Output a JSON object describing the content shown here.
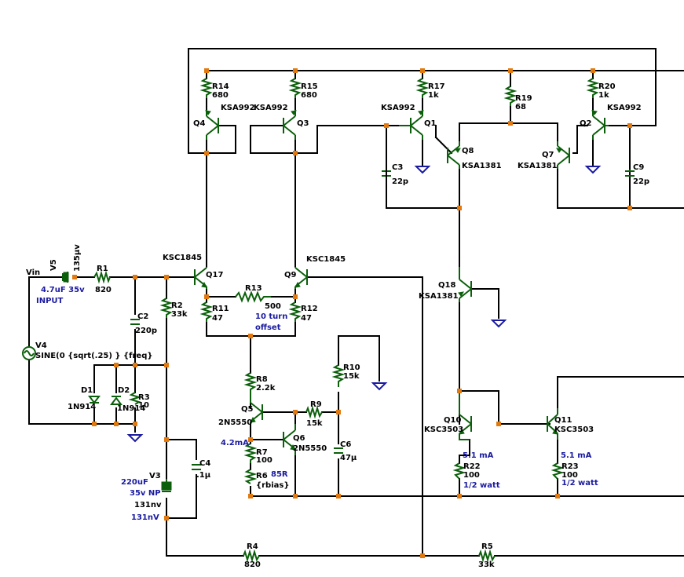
{
  "components": {
    "R14": {
      "ref": "R14",
      "value": "680"
    },
    "R15": {
      "ref": "R15",
      "value": "680"
    },
    "R17": {
      "ref": "R17",
      "value": "1k"
    },
    "R19": {
      "ref": "R19",
      "value": "68"
    },
    "R20": {
      "ref": "R20",
      "value": "1k"
    },
    "Q4": {
      "ref": "Q4",
      "model": "KSA992"
    },
    "Q3": {
      "ref": "Q3",
      "model": "KSA992"
    },
    "Q1": {
      "ref": "Q1",
      "model": "KSA992"
    },
    "Q2": {
      "ref": "Q2",
      "model": "KSA992"
    },
    "Q8": {
      "ref": "Q8",
      "model": "KSA1381"
    },
    "Q7": {
      "ref": "Q7",
      "model": "KSA1381"
    },
    "C3": {
      "ref": "C3",
      "value": "22p"
    },
    "C9": {
      "ref": "C9",
      "value": "22p"
    },
    "Q17": {
      "ref": "Q17",
      "model": "KSC1845"
    },
    "Q9": {
      "ref": "Q9",
      "model": "KSC1845"
    },
    "Q18": {
      "ref": "Q18",
      "model": "KSA1381"
    },
    "R13": {
      "ref": "R13",
      "value": "500",
      "note1": "10 turn",
      "note2": "offset"
    },
    "R11": {
      "ref": "R11",
      "value": "47"
    },
    "R12": {
      "ref": "R12",
      "value": "47"
    },
    "R1": {
      "ref": "R1",
      "value": "820"
    },
    "R2": {
      "ref": "R2",
      "value": "33k"
    },
    "C2": {
      "ref": "C2",
      "value": "220p"
    },
    "V5": {
      "ref": "V5",
      "value": "135µv",
      "note1": "4.7uF 35v",
      "note2": "INPUT"
    },
    "V4": {
      "ref": "V4",
      "value": "SINE(0 {sqrt(.25) } {freq}"
    },
    "Vin": {
      "label": "Vin"
    },
    "D1": {
      "ref": "D1",
      "model": "1N914"
    },
    "D2": {
      "ref": "D2",
      "model": "1N914"
    },
    "R3": {
      "ref": "R3",
      "value": "10"
    },
    "R8": {
      "ref": "R8",
      "value": "2.2k"
    },
    "Q5": {
      "ref": "Q5",
      "model": "2N5550"
    },
    "Q6": {
      "ref": "Q6",
      "model": "2N5550"
    },
    "R9": {
      "ref": "R9",
      "value": "15k"
    },
    "R10": {
      "ref": "R10",
      "value": "15k"
    },
    "C6": {
      "ref": "C6",
      "value": "47µ"
    },
    "R7": {
      "ref": "R7",
      "value": "100",
      "note": "4.2mA"
    },
    "R6": {
      "ref": "R6",
      "value": "{rbias}",
      "note": "85R"
    },
    "C4": {
      "ref": "C4",
      "value": ".1µ"
    },
    "V3": {
      "ref": "V3",
      "value": "131nv",
      "note1": "220uF",
      "note2": "35v NP",
      "note3": "131nV"
    },
    "R4": {
      "ref": "R4",
      "value": "820"
    },
    "R5": {
      "ref": "R5",
      "value": "33k"
    },
    "Q10": {
      "ref": "Q10",
      "model": "KSC3503"
    },
    "Q11": {
      "ref": "Q11",
      "model": "KSC3503"
    },
    "R22": {
      "ref": "R22",
      "value": "100",
      "current": "5.1 mA",
      "power": "1/2 watt"
    },
    "R23": {
      "ref": "R23",
      "value": "100",
      "current": "5.1 mA",
      "power": "1/2 watt"
    }
  },
  "colors": {
    "wire": "#000000",
    "component": "#0b5f0b",
    "ground": "#1a1aa0",
    "annotation": "#1a1aa0",
    "junction": "#e07a10"
  }
}
